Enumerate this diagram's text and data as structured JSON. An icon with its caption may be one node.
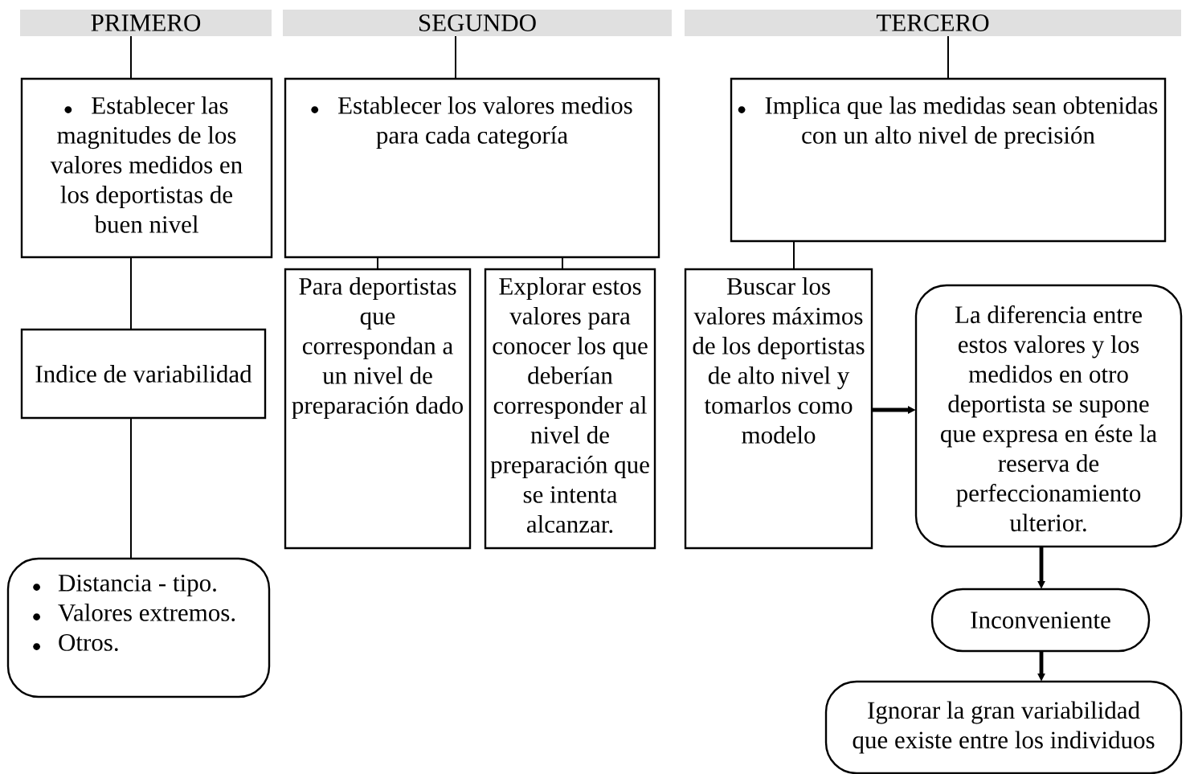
{
  "diagram": {
    "nodes": [
      {
        "text": [
          "PRIMERO"
        ]
      },
      {
        "text": [
          "SEGUNDO"
        ]
      },
      {
        "text": [
          "TERCERO"
        ]
      },
      {
        "text": [
          "Establecer  las magnitudes de los valores medidos en los deportistas de buen nivel"
        ]
      },
      {
        "text": [
          "Establecer los valores medios para cada categoría"
        ]
      },
      {
        "text": [
          "Implica que las medidas sean obtenidas con un alto nivel de precisión"
        ]
      },
      {
        "text": [
          "Indice de variabilidad"
        ]
      },
      {
        "text": [
          "Para deportistas que correspondan a un nivel de preparación dado"
        ]
      },
      {
        "text": [
          "Explorar  estos valores para conocer los que deberían corresponder al nivel de preparación que se intenta alcanzar."
        ]
      },
      {
        "text": [
          "Buscar los valores máximos de los deportistas de alto nivel y tomarlos como modelo"
        ]
      },
      {
        "text": [
          "La diferencia entre estos valores y los medidos en otro deportista se supone que expresa en éste la reserva de perfeccionamiento ulterior."
        ]
      },
      {
        "text": [
          "Distancia - tipo.",
          "Valores extremos.",
          "Otros."
        ]
      },
      {
        "text": [
          "Inconveniente"
        ]
      },
      {
        "text": [
          "Ignorar la gran variabilidad que existe entre los individuos"
        ]
      }
    ],
    "edges": [
      {
        "from": 0,
        "to": 3,
        "arrow": "none"
      },
      {
        "from": 3,
        "to": 6,
        "arrow": "none"
      },
      {
        "from": 6,
        "to": 11,
        "arrow": "none"
      },
      {
        "from": 1,
        "to": 4,
        "arrow": "none"
      },
      {
        "from": 4,
        "to": 7,
        "arrow": "none"
      },
      {
        "from": 4,
        "to": 8,
        "arrow": "none"
      },
      {
        "from": 2,
        "to": 5,
        "arrow": "none"
      },
      {
        "from": 5,
        "to": 9,
        "arrow": "none"
      },
      {
        "from": 9,
        "to": 10,
        "arrow": "to",
        "style": "thick"
      },
      {
        "from": 10,
        "to": 12,
        "arrow": "to",
        "style": "thick"
      },
      {
        "from": 12,
        "to": 13,
        "arrow": "to",
        "style": "thick"
      }
    ]
  }
}
